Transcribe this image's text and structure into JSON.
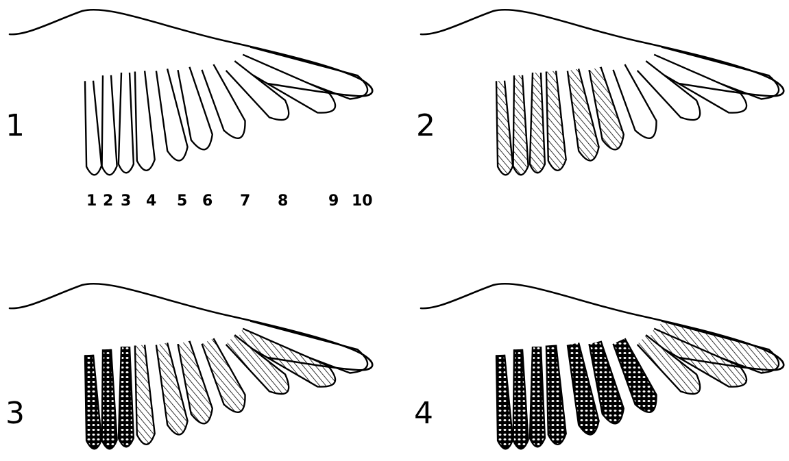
{
  "figure": {
    "ink_color": "#000000",
    "background": "#ffffff",
    "panels": [
      {
        "label": "1",
        "feathers": [
          "plain",
          "plain",
          "plain",
          "plain",
          "plain",
          "plain",
          "plain",
          "plain",
          "plain",
          "plain"
        ]
      },
      {
        "label": "2",
        "feathers": [
          "hatched",
          "hatched",
          "hatched",
          "hatched",
          "hatched",
          "hatched",
          "plain",
          "plain",
          "plain",
          "plain"
        ]
      },
      {
        "label": "3",
        "feathers": [
          "dotted",
          "dotted",
          "dotted",
          "hatched",
          "hatched",
          "hatched",
          "hatched",
          "hatched",
          "hatched",
          "plain"
        ]
      },
      {
        "label": "4",
        "feathers": [
          "dotted",
          "dotted",
          "dotted",
          "dotted",
          "dotted",
          "dotted",
          "dotted",
          "hatched",
          "hatched",
          "hatched"
        ]
      }
    ],
    "feather_numbers": [
      "1",
      "2",
      "3",
      "4",
      "5",
      "6",
      "7",
      "8",
      "9",
      "10"
    ]
  }
}
